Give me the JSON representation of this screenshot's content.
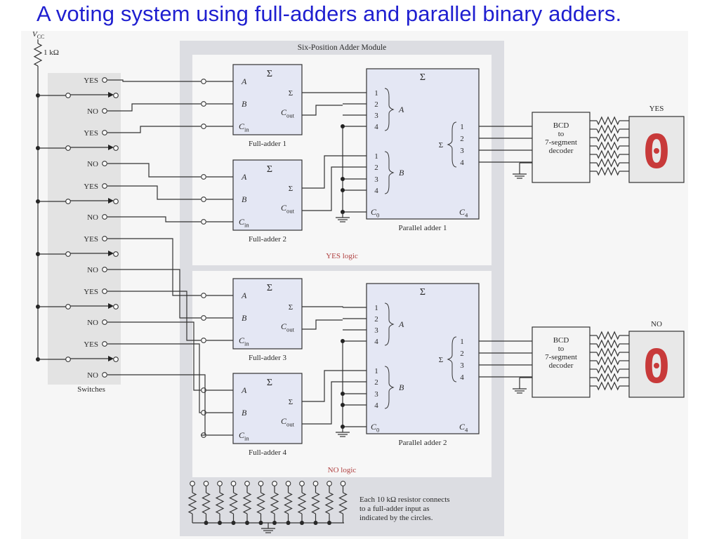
{
  "title": "A voting system using full-adders and parallel binary adders.",
  "supply": {
    "vcc": "V",
    "vcc_sub": "CC",
    "resistor": "1 kΩ"
  },
  "module_title": "Six-Position Adder Module",
  "switches": {
    "caption": "Switches",
    "items": [
      {
        "yes": "YES",
        "no": "NO"
      },
      {
        "yes": "YES",
        "no": "NO"
      },
      {
        "yes": "YES",
        "no": "NO"
      },
      {
        "yes": "YES",
        "no": "NO"
      },
      {
        "yes": "YES",
        "no": "NO"
      },
      {
        "yes": "YES",
        "no": "NO"
      }
    ]
  },
  "full_adders": [
    {
      "caption": "Full-adder 1",
      "sigma": "Σ",
      "a": "A",
      "b": "B",
      "cin": "C",
      "cin_sub": "in",
      "sum": "Σ",
      "cout": "C",
      "cout_sub": "out"
    },
    {
      "caption": "Full-adder 2",
      "sigma": "Σ",
      "a": "A",
      "b": "B",
      "cin": "C",
      "cin_sub": "in",
      "sum": "Σ",
      "cout": "C",
      "cout_sub": "out"
    },
    {
      "caption": "Full-adder 3",
      "sigma": "Σ",
      "a": "A",
      "b": "B",
      "cin": "C",
      "cin_sub": "in",
      "sum": "Σ",
      "cout": "C",
      "cout_sub": "out"
    },
    {
      "caption": "Full-adder 4",
      "sigma": "Σ",
      "a": "A",
      "b": "B",
      "cin": "C",
      "cin_sub": "in",
      "sum": "Σ",
      "cout": "C",
      "cout_sub": "out"
    }
  ],
  "parallel_adders": [
    {
      "caption": "Parallel adder 1",
      "sigma": "Σ",
      "a_label": "A",
      "b_label": "B",
      "a_pins": [
        "1",
        "2",
        "3",
        "4"
      ],
      "b_pins": [
        "1",
        "2",
        "3",
        "4"
      ],
      "out_pins": [
        "1",
        "2",
        "3",
        "4"
      ],
      "out_sigma": "Σ",
      "c0": "C",
      "c0_sub": "0",
      "c4": "C",
      "c4_sub": "4"
    },
    {
      "caption": "Parallel adder 2",
      "sigma": "Σ",
      "a_label": "A",
      "b_label": "B",
      "a_pins": [
        "1",
        "2",
        "3",
        "4"
      ],
      "b_pins": [
        "1",
        "2",
        "3",
        "4"
      ],
      "out_pins": [
        "1",
        "2",
        "3",
        "4"
      ],
      "out_sigma": "Σ",
      "c0": "C",
      "c0_sub": "0",
      "c4": "C",
      "c4_sub": "4"
    }
  ],
  "sections": {
    "yes_logic": "YES logic",
    "no_logic": "NO logic"
  },
  "decoders": [
    {
      "line1": "BCD",
      "line2": "to",
      "line3": "7-segment",
      "line4": "decoder",
      "display_label": "YES",
      "digit": "0"
    },
    {
      "line1": "BCD",
      "line2": "to",
      "line3": "7-segment",
      "line4": "decoder",
      "display_label": "NO",
      "digit": "0"
    }
  ],
  "footnote": [
    "Each 10 kΩ resistor connects",
    "to a full-adder input as",
    "indicated by the circles."
  ],
  "colors": {
    "title": "#1f1fd0",
    "module_bg": "#dcdde2",
    "block_bg": "#e4e7f4",
    "section_label": "#b04040",
    "digit": "#c83a3a"
  }
}
